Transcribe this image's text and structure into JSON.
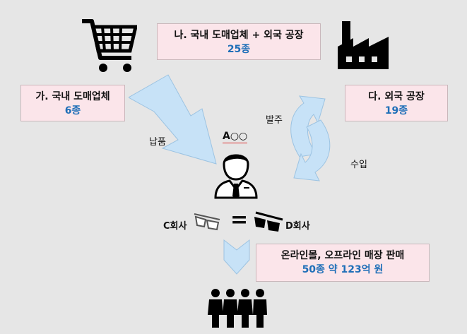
{
  "boxes": {
    "domestic_foreign": {
      "title": "나. 국내 도매업체 + 외국 공장",
      "count": "25종"
    },
    "domestic": {
      "title": "가. 국내 도매업체",
      "count": "6종"
    },
    "foreign": {
      "title": "다. 외국 공장",
      "count": "19종"
    },
    "sales": {
      "title": "온라인몰, 오프라인 매장 판매",
      "count": "50종 약 123억 원"
    }
  },
  "labels": {
    "delivery": "납품",
    "order": "발주",
    "import": "수입",
    "person": "A○○",
    "company_c": "C회사",
    "company_d": "D회사",
    "equals": "="
  },
  "icons": {
    "cart": "shopping-cart-icon",
    "factory": "factory-icon",
    "person": "businessman-icon",
    "glasses": "3d-glasses-icon",
    "people": "people-group-icon"
  },
  "colors": {
    "background": "#e6e6e6",
    "box_fill": "#fbe5ea",
    "count_text": "#1f6fb8",
    "arrow_fill": "#c7e2f7"
  }
}
